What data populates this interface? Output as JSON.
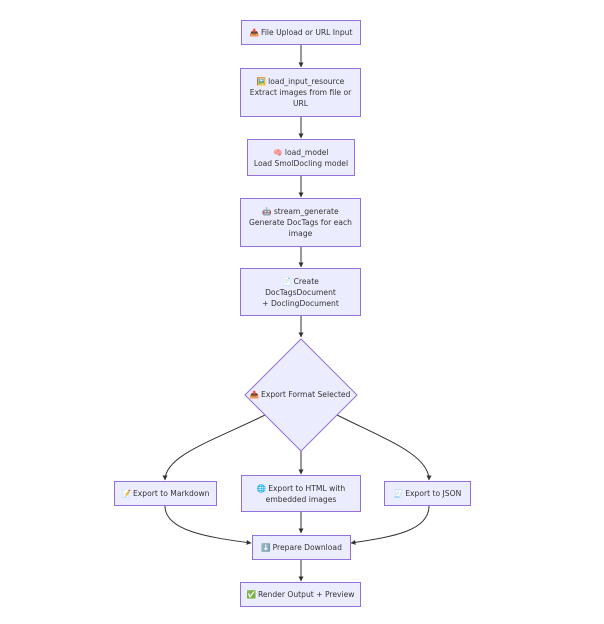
{
  "colors": {
    "node_fill": "#ececff",
    "node_stroke": "#9370db",
    "edge": "#333333",
    "text": "#333333"
  },
  "nodes": {
    "file_upload": {
      "icon": "📤",
      "icon_name": "upload-icon",
      "lines": [
        "File Upload or URL Input"
      ]
    },
    "load_input": {
      "icon": "🖼️",
      "icon_name": "image-icon",
      "lines": [
        "load_input_resource",
        "Extract images from file or",
        "URL"
      ]
    },
    "load_model": {
      "icon": "🧠",
      "icon_name": "brain-icon",
      "lines": [
        "load_model",
        "Load SmolDocling model"
      ]
    },
    "stream_generate": {
      "icon": "🤖",
      "icon_name": "robot-icon",
      "lines": [
        "stream_generate",
        "Generate DocTags for each",
        "image"
      ]
    },
    "create_doc": {
      "icon": "📄",
      "icon_name": "document-icon",
      "lines": [
        "Create",
        "DocTagsDocument",
        "+ DoclingDocument"
      ]
    },
    "export_select": {
      "icon": "📤",
      "icon_name": "upload-icon",
      "lines": [
        "Export Format Selected"
      ]
    },
    "export_md": {
      "icon": "📝",
      "icon_name": "memo-icon",
      "lines": [
        "Export to Markdown"
      ]
    },
    "export_html": {
      "icon": "🌐",
      "icon_name": "globe-icon",
      "lines": [
        "Export to HTML with",
        "embedded images"
      ]
    },
    "export_json": {
      "icon": "🧾",
      "icon_name": "receipt-icon",
      "lines": [
        "Export to JSON"
      ]
    },
    "prepare_download": {
      "icon": "⬇️",
      "icon_name": "download-icon",
      "lines": [
        "Prepare Download"
      ]
    },
    "render_output": {
      "icon": "✅",
      "icon_name": "check-icon",
      "lines": [
        "Render Output + Preview"
      ]
    }
  }
}
